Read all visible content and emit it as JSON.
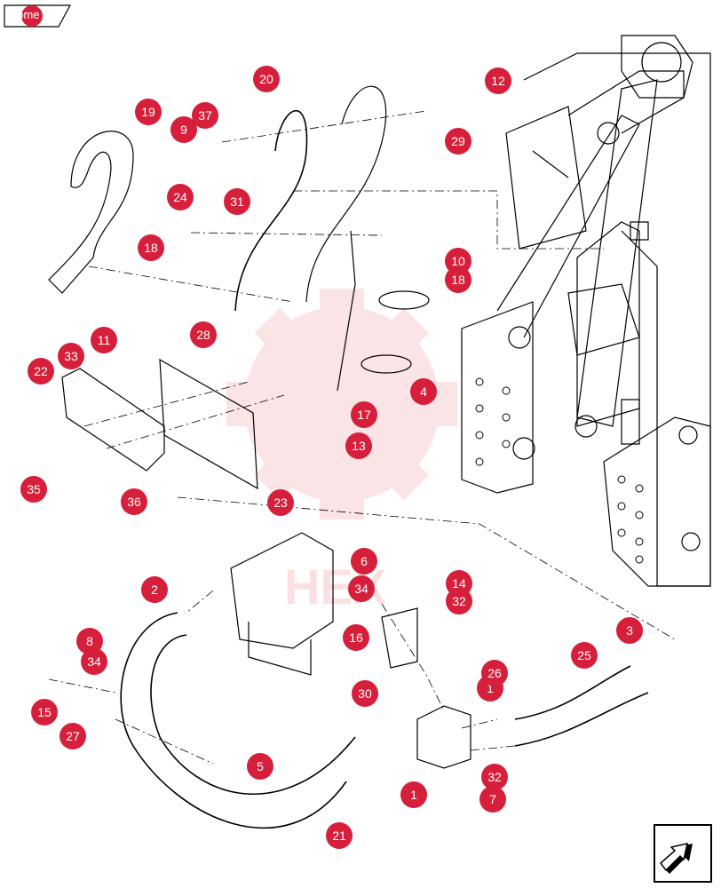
{
  "nav": {
    "home_label": "home",
    "next_icon": "arrow-next-icon"
  },
  "watermark": {
    "text": "HEX",
    "color": "#e8393f"
  },
  "colors": {
    "callout": "#d61f3b",
    "line": "#000000"
  },
  "callouts": [
    "1",
    "1",
    "2",
    "3",
    "4",
    "5",
    "6",
    "7",
    "8",
    "9",
    "10",
    "11",
    "12",
    "13",
    "14",
    "15",
    "16",
    "17",
    "18",
    "18",
    "19",
    "20",
    "21",
    "22",
    "23",
    "24",
    "25",
    "26",
    "27",
    "28",
    "29",
    "30",
    "31",
    "32",
    "32",
    "33",
    "34",
    "34",
    "35",
    "36",
    "37"
  ]
}
